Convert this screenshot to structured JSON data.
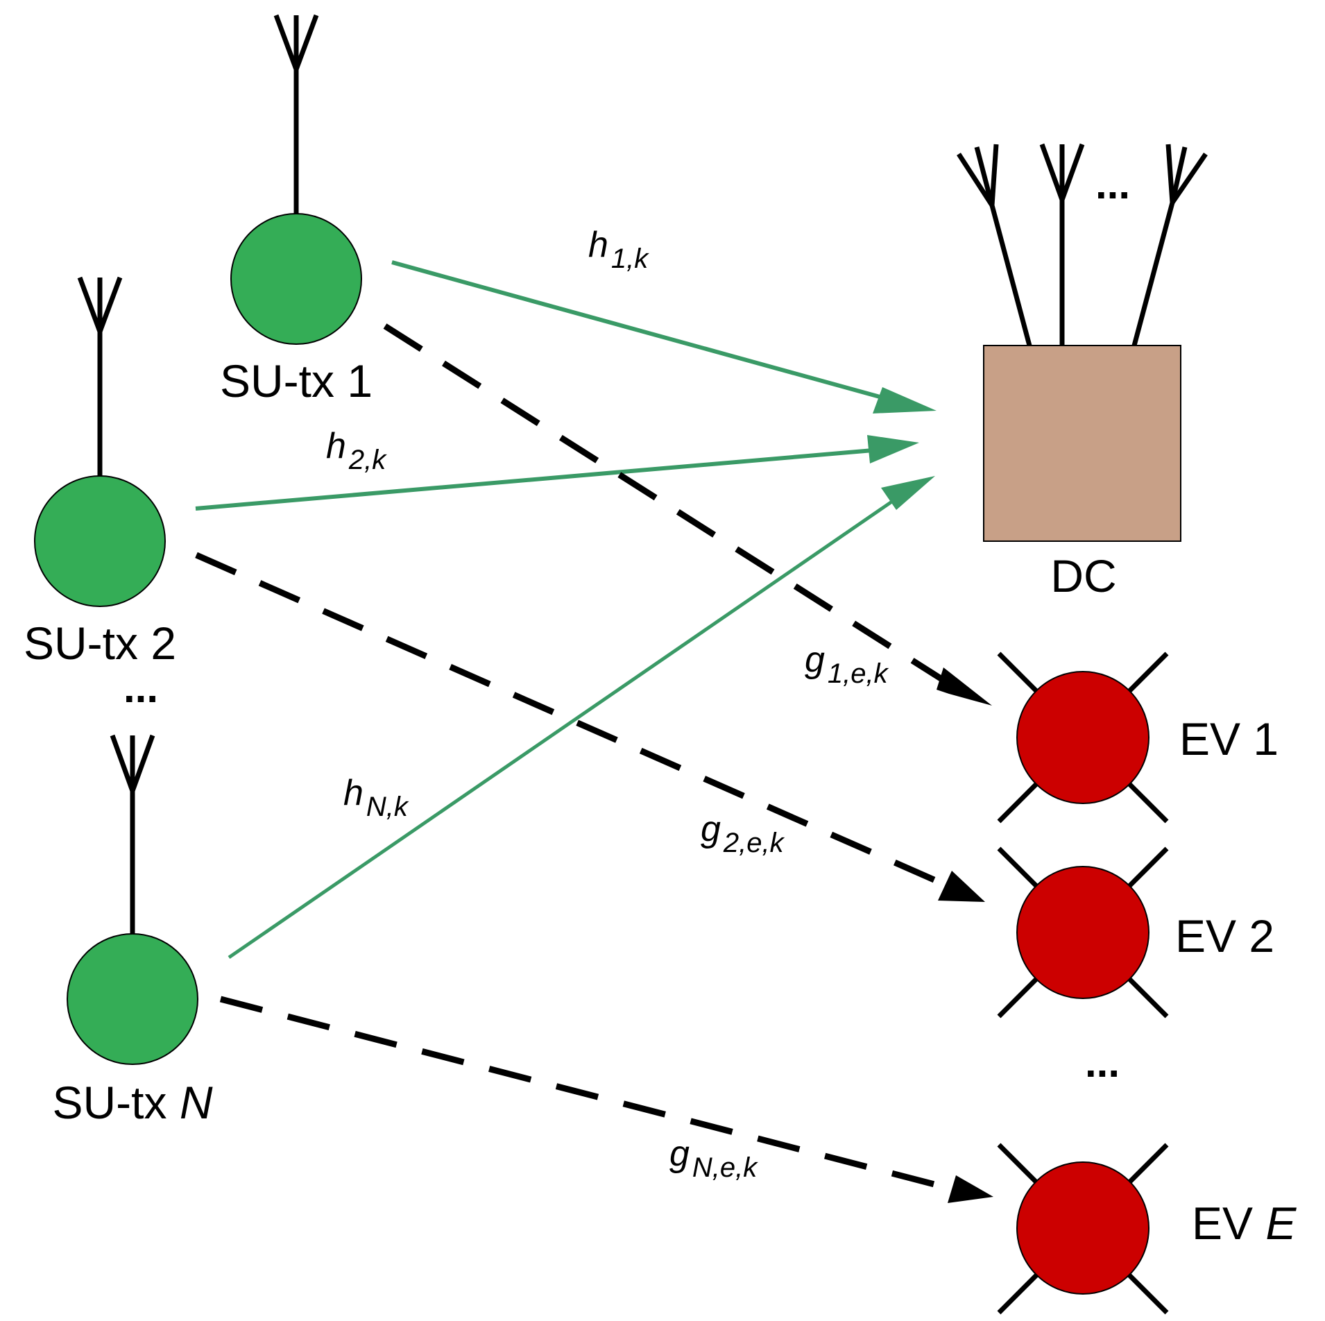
{
  "nodes": {
    "su1": {
      "name": "SU-tx",
      "index": "1"
    },
    "su2": {
      "name": "SU-tx",
      "index": "2"
    },
    "suN": {
      "name": "SU-tx",
      "index": "N"
    },
    "dc": {
      "label": "DC"
    },
    "ev1": {
      "name": "EV",
      "index": "1"
    },
    "ev2": {
      "name": "EV",
      "index": "2"
    },
    "evE": {
      "name": "EV",
      "index": "E"
    }
  },
  "channels": {
    "h1": {
      "symbol": "h",
      "sub": "1,k"
    },
    "h2": {
      "symbol": "h",
      "sub": "2,k"
    },
    "hN": {
      "symbol": "h",
      "sub": "N,k"
    },
    "g1": {
      "symbol": "g",
      "sub": "1,e,k"
    },
    "g2": {
      "symbol": "g",
      "sub": "2,e,k"
    },
    "gN": {
      "symbol": "g",
      "sub": "N,e,k"
    }
  },
  "ellipsis": "...",
  "colors": {
    "su_fill": "#34ad56",
    "ev_fill": "#cc0000",
    "dc_fill": "#c8a087",
    "legit_link": "#3a9a66",
    "eaves_link": "#000000"
  }
}
